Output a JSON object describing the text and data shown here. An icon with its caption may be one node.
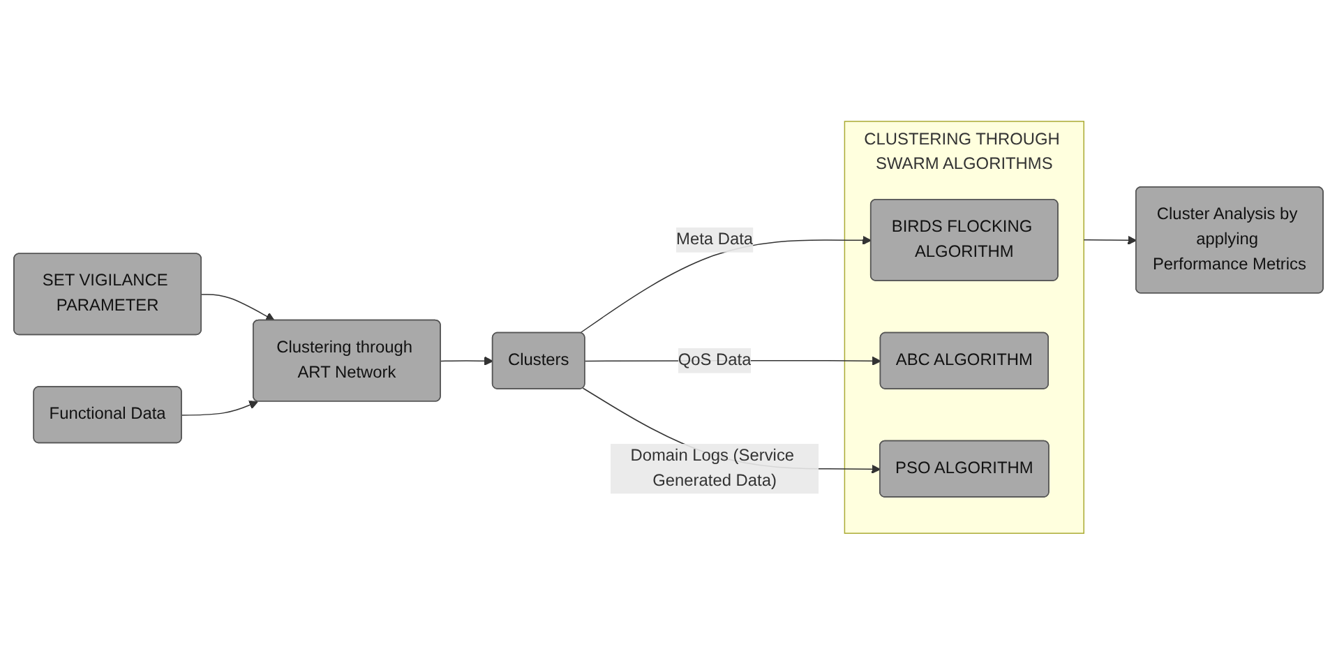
{
  "diagram": {
    "nodes": [
      {
        "text": [
          "SET VIGILANCE PARAMETER"
        ]
      },
      {
        "text": [
          "Functional Data"
        ]
      },
      {
        "text": [
          "Clustering through ART Network"
        ]
      },
      {
        "text": [
          "Clusters"
        ]
      },
      {
        "text": [
          "CLUSTERING THROUGH SWARM ALGORITHMS"
        ]
      },
      {
        "text": [
          "BIRDS FLOCKING ALGORITHM"
        ],
        "in": 4
      },
      {
        "text": [
          "ABC ALGORITHM"
        ],
        "in": 4
      },
      {
        "text": [
          "PSO ALGORITHM"
        ],
        "in": 4
      },
      {
        "text": [
          "Cluster Analysis by applying Performance Metrics"
        ]
      }
    ],
    "edges": [
      {
        "from": 0,
        "to": 2,
        "arrow": "to"
      },
      {
        "from": 1,
        "to": 2,
        "arrow": "to"
      },
      {
        "from": 2,
        "to": 3,
        "arrow": "to"
      },
      {
        "from": 3,
        "to": 5,
        "arrow": "to",
        "label": "Meta Data"
      },
      {
        "from": 3,
        "to": 6,
        "arrow": "to",
        "label": "QoS Data"
      },
      {
        "from": 3,
        "to": 7,
        "arrow": "to",
        "label": "Domain Logs (Service Generated Data)"
      },
      {
        "from": 4,
        "to": 8,
        "arrow": "to"
      }
    ]
  }
}
